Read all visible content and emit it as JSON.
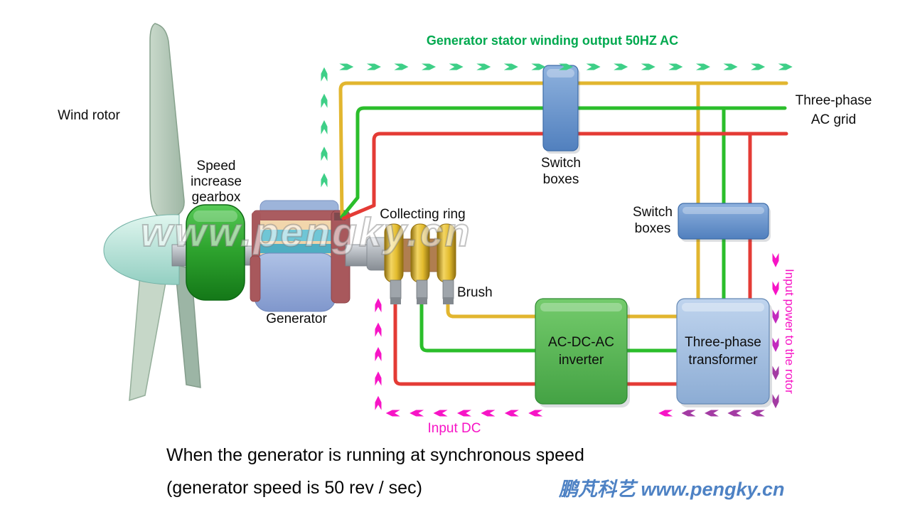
{
  "colors": {
    "green_text": "#00A94F",
    "annotation_green": "#3ECF87",
    "magenta": "#F714C6",
    "purple_mid": "#C229BE",
    "purple": "#A33BA3",
    "wire_yellow": "#E2B62F",
    "wire_green": "#2BBE2B",
    "wire_red": "#E43B35",
    "box_blue": "#6090CA",
    "box_blue_light": "#A9C3E4",
    "inverter_green": "#57BC57",
    "brand_blue": "#4E82C4"
  },
  "labels": {
    "stator_output": "Generator stator winding output 50HZ AC",
    "wind_rotor": "Wind rotor",
    "gearbox": [
      "Speed",
      "increase",
      "gearbox"
    ],
    "generator": "Generator",
    "collecting_ring": "Collecting ring",
    "brush": "Brush",
    "switch_boxes": [
      "Switch",
      "boxes"
    ],
    "grid": [
      "Three-phase",
      "AC grid"
    ],
    "inverter": [
      "AC-DC-AC",
      "inverter"
    ],
    "transformer": [
      "Three-phase",
      "transformer"
    ],
    "input_dc": "Input DC",
    "input_power": "Input power to the rotor"
  },
  "caption": {
    "line1": "When the generator is running at synchronous speed",
    "line2": "(generator speed is 50 rev / sec)"
  },
  "watermark": "www.pengky.cn",
  "branding": "鹏芃科艺 www.pengky.cn"
}
